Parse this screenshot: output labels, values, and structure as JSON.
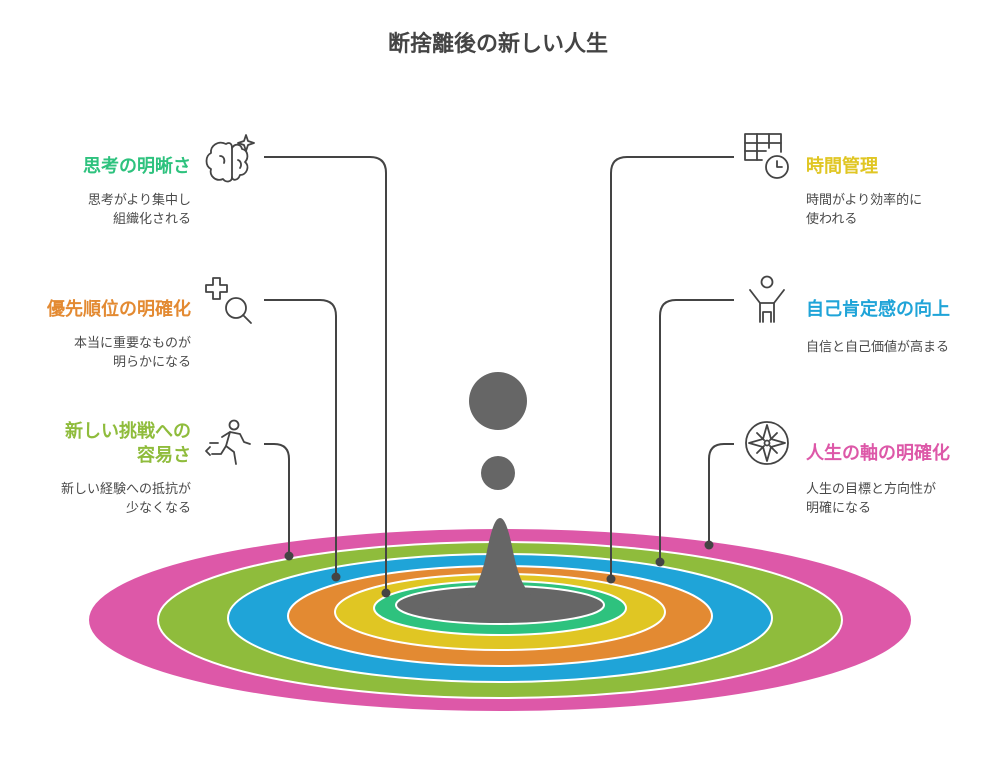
{
  "title": "断捨離後の新しい人生",
  "colors": {
    "green_teal": "#2ec27e",
    "orange": "#e38a32",
    "lime": "#8fbc3c",
    "yellow": "#e0c623",
    "blue": "#1fa4d8",
    "magenta": "#dd58a8",
    "center": "#666666",
    "text": "#333333"
  },
  "left_items": [
    {
      "title": "思考の明晰さ",
      "desc": "思考がより集中し\n組織化される",
      "icon": "brain-sparkle-icon",
      "color": "#2ec27e"
    },
    {
      "title": "優先順位の明確化",
      "desc": "本当に重要なものが\n明らかになる",
      "icon": "search-cross-icon",
      "color": "#e38a32"
    },
    {
      "title": "新しい挑戦への\n容易さ",
      "desc": "新しい経験への抵抗が\n少なくなる",
      "icon": "running-person-icon",
      "color": "#8fbc3c"
    }
  ],
  "right_items": [
    {
      "title": "時間管理",
      "desc": "時間がより効率的に\n使われる",
      "icon": "calendar-clock-icon",
      "color": "#e0c623"
    },
    {
      "title": "自己肯定感の向上",
      "desc": "自信と自己価値が高まる",
      "icon": "person-arms-up-icon",
      "color": "#1fa4d8"
    },
    {
      "title": "人生の軸の明確化",
      "desc": "人生の目標と方向性が\n明確になる",
      "icon": "compass-icon",
      "color": "#dd58a8"
    }
  ]
}
